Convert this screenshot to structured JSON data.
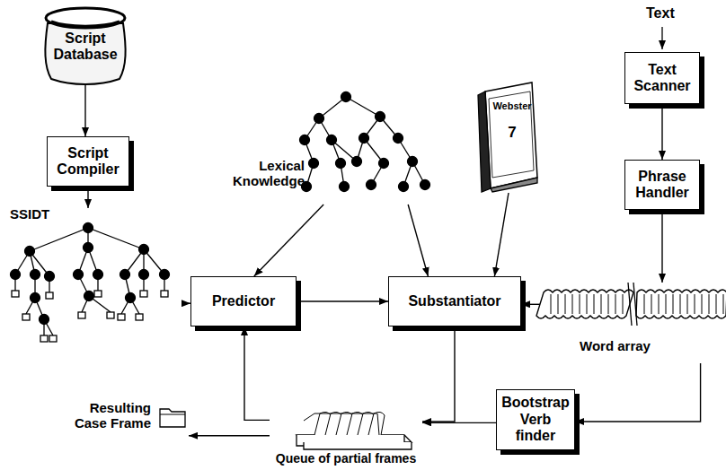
{
  "diagram": {
    "nodes": [
      {
        "text": [
          "Script Database"
        ]
      },
      {
        "text": [
          "Script Compiler"
        ]
      },
      {
        "text": [
          "SSIDT"
        ]
      },
      {
        "text": [
          "Lexical Knowledge"
        ]
      },
      {
        "text": [
          "Webster",
          "7"
        ]
      },
      {
        "text": [
          "Text Scanner"
        ]
      },
      {
        "text": [
          "Phrase Handler"
        ]
      },
      {
        "text": [
          "Predictor"
        ]
      },
      {
        "text": [
          "Substantiator"
        ]
      },
      {
        "text": [
          "Word array"
        ]
      },
      {
        "text": [
          "Bootstrap Verb finder"
        ]
      },
      {
        "text": [
          "Queue of partial frames"
        ]
      },
      {
        "text": [
          "Resulting Case Frame"
        ]
      }
    ],
    "edges": [
      {
        "from": 0,
        "to": 1,
        "arrow": "to"
      },
      {
        "from": 1,
        "to": 2,
        "arrow": "to"
      },
      {
        "from": 2,
        "to": 7,
        "arrow": "to"
      },
      {
        "from": 3,
        "to": 7,
        "arrow": "to"
      },
      {
        "from": 3,
        "to": 8,
        "arrow": "to"
      },
      {
        "from": 4,
        "to": 8,
        "arrow": "to"
      },
      {
        "from": 5,
        "to": 6,
        "arrow": "to"
      },
      {
        "from": 6,
        "to": 9,
        "arrow": "to"
      },
      {
        "from": 7,
        "to": 8,
        "arrow": "to"
      },
      {
        "from": 9,
        "to": 8,
        "arrow": "to"
      },
      {
        "from": 9,
        "to": 10,
        "arrow": "to"
      },
      {
        "from": 10,
        "to": 11,
        "arrow": "to"
      },
      {
        "from": 8,
        "to": 11,
        "arrow": "to"
      },
      {
        "from": 11,
        "to": 7,
        "arrow": "to"
      },
      {
        "from": 11,
        "to": 12,
        "arrow": "to"
      }
    ],
    "labels": [
      "Text"
    ]
  }
}
